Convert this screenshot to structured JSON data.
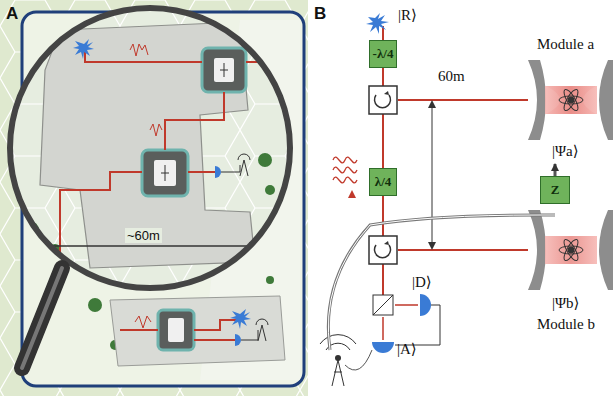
{
  "diagram": {
    "nodes": [
      {
        "text": [
          "-λ/4"
        ]
      },
      {
        "text": [
          "λ/4"
        ]
      },
      {
        "text": [
          "Z"
        ]
      },
      {
        "text": [
          "Module a",
          "|Ψa⟩"
        ]
      },
      {
        "text": [
          "|Ψb⟩",
          "Module b"
        ]
      }
    ],
    "edges": [
      {
        "from": 1,
        "to": 0,
        "arrow": "none"
      },
      {
        "from": 2,
        "to": 3,
        "arrow": "to"
      }
    ],
    "labels": [
      "A",
      "~60m",
      "B",
      "|R⟩",
      "60m",
      "|D⟩",
      "|A⟩"
    ]
  }
}
